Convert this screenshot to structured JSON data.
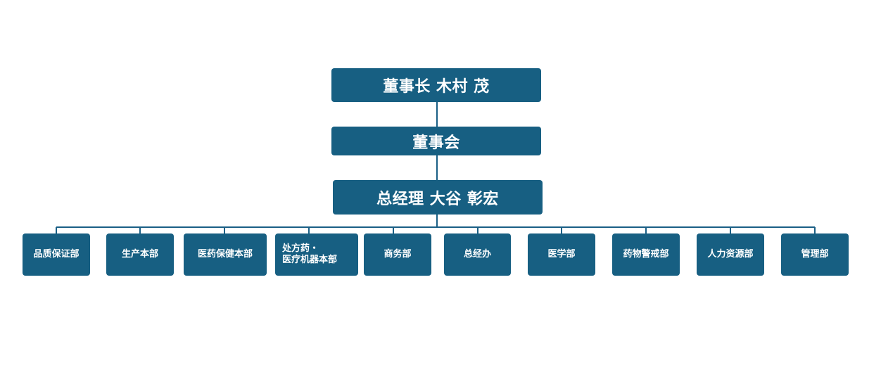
{
  "chairman": "董事长 木村 茂",
  "board": "董事会",
  "president": "总经理 大谷 彰宏",
  "departments": [
    {
      "label": "品质保证部"
    },
    {
      "label": "生产本部"
    },
    {
      "label": "医药保健本部"
    },
    {
      "line1": "处方药・",
      "line2": "医疗机器本部"
    },
    {
      "label": "商务部"
    },
    {
      "label": "总经办"
    },
    {
      "label": "医学部"
    },
    {
      "label": "药物警戒部"
    },
    {
      "label": "人力资源部"
    },
    {
      "label": "管理部"
    }
  ],
  "colors": {
    "box": "#175f82",
    "line": "#1a5f85",
    "text": "#ffffff"
  }
}
